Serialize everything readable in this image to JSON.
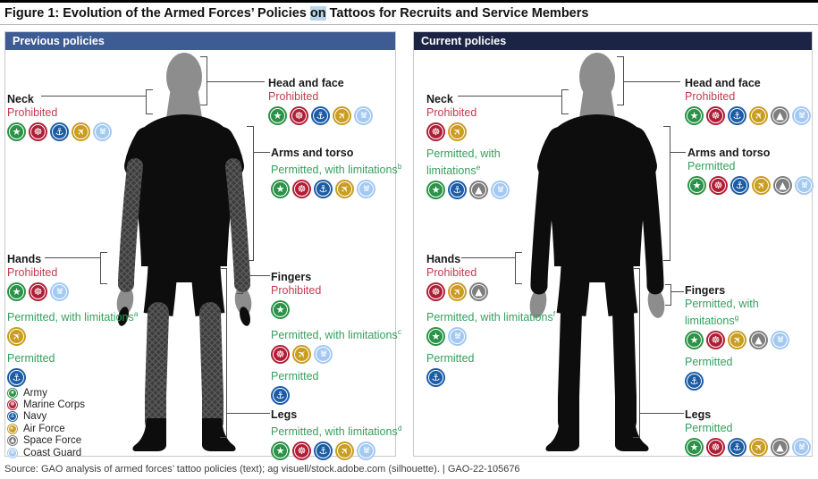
{
  "title": {
    "prefix": "Figure 1: Evolution of the Armed Forces’ Policies ",
    "highlight": "on",
    "suffix": " Tattoos for Recruits and Service Members"
  },
  "colors": {
    "prohibited_text": "#c13b4f",
    "permitted_text": "#35a05e",
    "highlight": "#b9d7ea",
    "previous_header": "#3d5c94",
    "current_header": "#1b2444"
  },
  "services": {
    "army": {
      "name": "Army",
      "color": "#2b9247",
      "glyph": "★"
    },
    "marine": {
      "name": "Marine Corps",
      "color": "#b01e36",
      "glyph": "☸"
    },
    "navy": {
      "name": "Navy",
      "color": "#1c5ca5",
      "glyph": "⚓"
    },
    "airforce": {
      "name": "Air Force",
      "color": "#c99d1f",
      "glyph": "✈",
      "rot": -45
    },
    "spaceforce": {
      "name": "Space Force",
      "color": "#7e7e7e",
      "glyph": "▲"
    },
    "coastguard": {
      "name": "Coast Guard",
      "color": "#a3c9f1",
      "glyph": "⚓",
      "double": true
    }
  },
  "legend_order": [
    "army",
    "marine",
    "navy",
    "airforce",
    "spaceforce",
    "coastguard"
  ],
  "panels": [
    {
      "id": "previous",
      "header": "Previous policies",
      "header_color": "#3d5c94",
      "regions": [
        {
          "name": "Neck",
          "entries": [
            {
              "status": "Prohibited",
              "services": [
                "army",
                "marine",
                "navy",
                "airforce",
                "coastguard"
              ]
            }
          ]
        },
        {
          "name": "Head and face",
          "entries": [
            {
              "status": "Prohibited",
              "services": [
                "army",
                "marine",
                "navy",
                "airforce",
                "coastguard"
              ]
            }
          ]
        },
        {
          "name": "Arms and torso",
          "entries": [
            {
              "status": "Permitted, with limitations",
              "note": "b",
              "services": [
                "army",
                "marine",
                "navy",
                "airforce",
                "coastguard"
              ]
            }
          ]
        },
        {
          "name": "Hands",
          "entries": [
            {
              "status": "Prohibited",
              "services": [
                "army",
                "marine",
                "coastguard"
              ]
            },
            {
              "status": "Permitted, with limitations",
              "note": "a",
              "services": [
                "airforce"
              ]
            },
            {
              "status": "Permitted",
              "services": [
                "navy"
              ]
            }
          ]
        },
        {
          "name": "Fingers",
          "entries": [
            {
              "status": "Prohibited",
              "services": [
                "army"
              ]
            },
            {
              "status": "Permitted, with limitations",
              "note": "c",
              "services": [
                "marine",
                "airforce",
                "coastguard"
              ]
            },
            {
              "status": "Permitted",
              "services": [
                "navy"
              ]
            }
          ]
        },
        {
          "name": "Legs",
          "entries": [
            {
              "status": "Permitted, with limitations",
              "note": "d",
              "services": [
                "army",
                "marine",
                "navy",
                "airforce",
                "coastguard"
              ]
            }
          ]
        }
      ]
    },
    {
      "id": "current",
      "header": "Current policies",
      "header_color": "#1b2444",
      "regions": [
        {
          "name": "Neck",
          "entries": [
            {
              "status": "Prohibited",
              "services": [
                "marine",
                "airforce"
              ]
            },
            {
              "status": "Permitted, with limitations",
              "note": "e",
              "services": [
                "army",
                "navy",
                "spaceforce",
                "coastguard"
              ]
            }
          ]
        },
        {
          "name": "Head and face",
          "entries": [
            {
              "status": "Prohibited",
              "services": [
                "army",
                "marine",
                "navy",
                "airforce",
                "spaceforce",
                "coastguard"
              ]
            }
          ]
        },
        {
          "name": "Arms and torso",
          "entries": [
            {
              "status": "Permitted",
              "services": [
                "army",
                "marine",
                "navy",
                "airforce",
                "spaceforce",
                "coastguard"
              ]
            }
          ]
        },
        {
          "name": "Hands",
          "entries": [
            {
              "status": "Prohibited",
              "services": [
                "marine",
                "airforce",
                "spaceforce"
              ]
            },
            {
              "status": "Permitted, with limitations",
              "note": "f",
              "services": [
                "army",
                "coastguard"
              ]
            },
            {
              "status": "Permitted",
              "services": [
                "navy"
              ]
            }
          ]
        },
        {
          "name": "Fingers",
          "entries": [
            {
              "status": "Permitted, with limitations",
              "note": "g",
              "services": [
                "army",
                "marine",
                "airforce",
                "spaceforce",
                "coastguard"
              ]
            },
            {
              "status": "Permitted",
              "services": [
                "navy"
              ]
            }
          ]
        },
        {
          "name": "Legs",
          "entries": [
            {
              "status": "Permitted",
              "services": [
                "army",
                "marine",
                "navy",
                "airforce",
                "spaceforce",
                "coastguard"
              ]
            }
          ]
        }
      ]
    }
  ],
  "source": "Source: GAO analysis of armed forces’ tattoo policies (text); ag visuell/stock.adobe.com (silhouette).  |  GAO-22-105676"
}
